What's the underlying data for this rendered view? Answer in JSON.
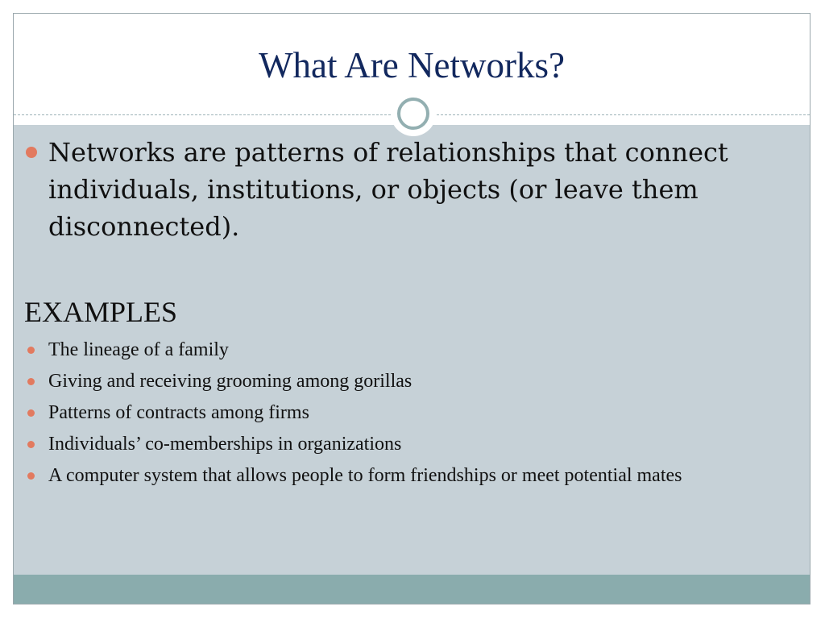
{
  "slide": {
    "title": "What Are Networks?",
    "main_bullet": "Networks are patterns of relationships that connect individuals, institutions, or objects (or leave them disconnected).",
    "examples_heading": "EXAMPLES",
    "examples": [
      "The lineage of a family",
      "Giving and receiving grooming among gorillas",
      "Patterns of contracts among firms",
      "Individuals’ co-memberships in organizations",
      "A computer system that allows people to form friendships or meet potential mates"
    ]
  },
  "colors": {
    "title": "#12285e",
    "body_background": "#c6d1d7",
    "footer_bar": "#8aacad",
    "bullet": "#e27a5f",
    "ornament_ring": "#93afb1"
  }
}
